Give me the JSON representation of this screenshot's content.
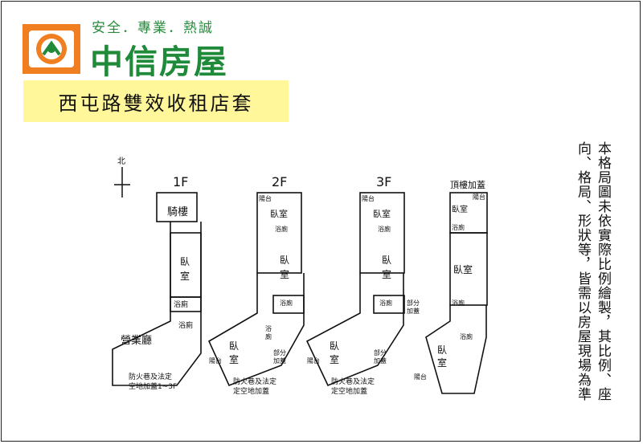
{
  "brand": {
    "tagline": "安全．專業．熱誠",
    "name": "中信房屋",
    "logo_color": "#f07f21",
    "name_color": "#1f8a3a"
  },
  "title": "西屯路雙效收租店套",
  "banner_color": "#fff799",
  "disclaimer": {
    "line1": "本格局圖未依實際比例繪製，其比例、座",
    "line2": "向、格局、形狀等，皆需以房屋現場為準"
  },
  "floorplan": {
    "compass": "北",
    "floors": {
      "f1": "1F",
      "f2": "2F",
      "f3": "3F",
      "roof": "頂樓加蓋"
    },
    "rooms": {
      "arcade": "騎樓",
      "bedroom_a": "臥",
      "bedroom_b": "室",
      "bedroom": "臥室",
      "bathroom": "浴廁",
      "bath_short": "浴",
      "bath_short2": "廁",
      "business_hall": "營業廳",
      "balcony": "陽台",
      "partial_addition_a": "部分",
      "partial_addition_b": "加蓋",
      "fire_lane_1f_a": "防火巷及法定",
      "fire_lane_1f_b": "空地加蓋1~3F",
      "fire_lane_a": "防火巷及法定",
      "fire_lane_b": "定空地加蓋"
    }
  }
}
